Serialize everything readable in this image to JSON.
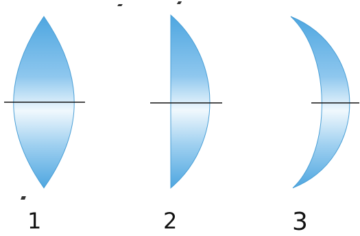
{
  "lenses": [
    {
      "label": "1"
    },
    {
      "label": "2"
    },
    {
      "label": "3"
    }
  ],
  "colors": {
    "glass_edge": "#5aaee4",
    "glass_mid": "#e6f3fb",
    "outline": "#4a9fd6",
    "axis": "#111111",
    "background": "#ffffff"
  }
}
